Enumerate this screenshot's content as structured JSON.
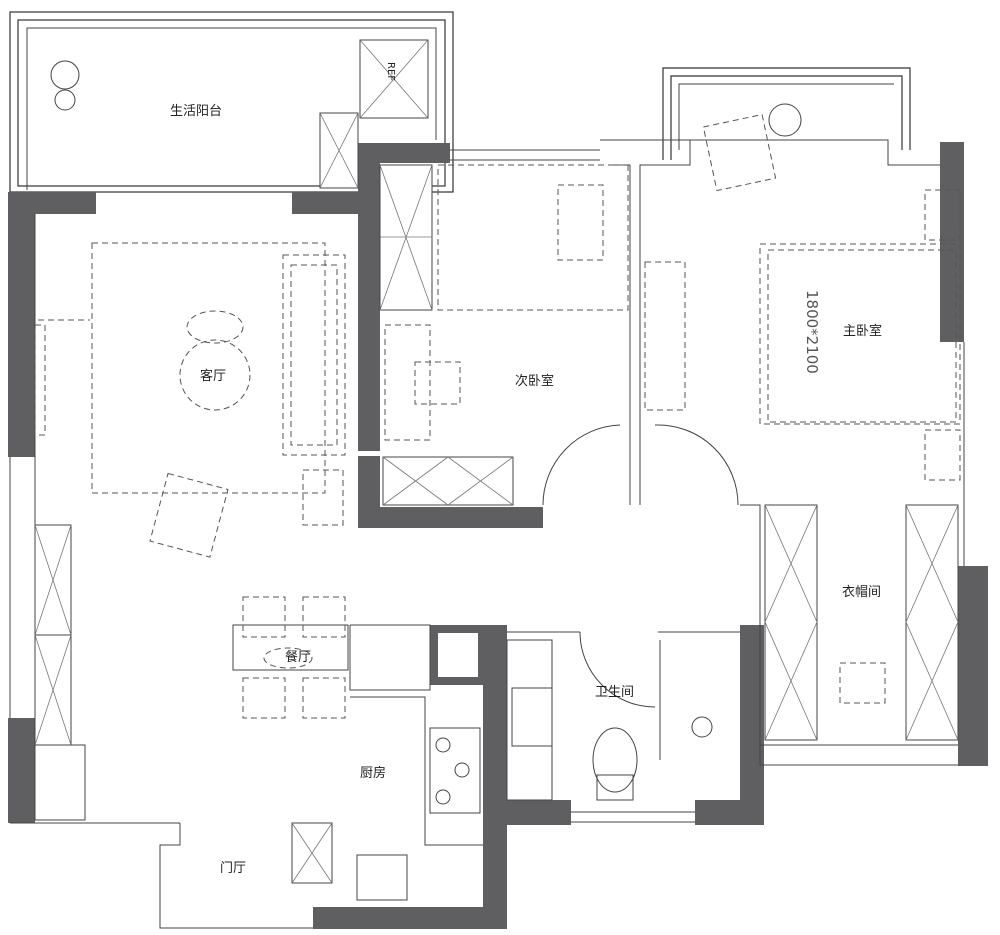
{
  "rooms": {
    "balcony": "生活阳台",
    "living": "客厅",
    "second_bedroom": "次卧室",
    "master_bedroom": "主卧室",
    "closet": "衣帽间",
    "dining": "餐厅",
    "bathroom": "卫生间",
    "kitchen": "厨房",
    "foyer": "门厅"
  },
  "bed_size_label": "1800*2100",
  "fridge_label": "REF",
  "colors": {
    "wall": "#5f5f62",
    "line": "#333333",
    "background": "#ffffff"
  }
}
